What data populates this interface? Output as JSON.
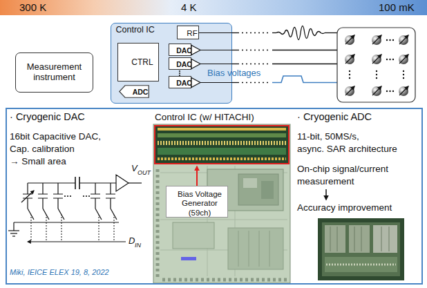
{
  "diagram": {
    "nodes": [
      {
        "text": [
          "300 K",
          "4 K",
          "100 mK"
        ]
      },
      {
        "text": [
          "Measurement instrument"
        ]
      },
      {
        "text": [
          "Control IC"
        ]
      },
      {
        "text": [
          "RF"
        ],
        "in": 2
      },
      {
        "text": [
          "CTRL"
        ],
        "in": 2
      },
      {
        "text": [
          "DAC"
        ],
        "in": 2
      },
      {
        "text": [
          "DAC"
        ],
        "in": 2
      },
      {
        "text": [
          "DAC"
        ],
        "in": 2
      },
      {
        "text": [
          "ADC"
        ],
        "in": 2
      },
      {
        "text": [
          "· Cryogenic DAC",
          "16bit Capacitive DAC, Cap. calibration → Small area",
          "· Cryogenic ADC",
          "11-bit, 50MS/s, async. SAR architecture",
          "On-chip signal/current measurement",
          "Accuracy improvement"
        ]
      },
      {
        "text": [
          "Bias Voltage Generator (59ch)"
        ],
        "in": 9
      }
    ],
    "labels": [
      "Bias voltages",
      "Control IC (w/ HITACHI)",
      "V",
      "OUT",
      "D",
      "IN",
      "Miki, IEICE ELEX 19, 8, 2022"
    ]
  }
}
